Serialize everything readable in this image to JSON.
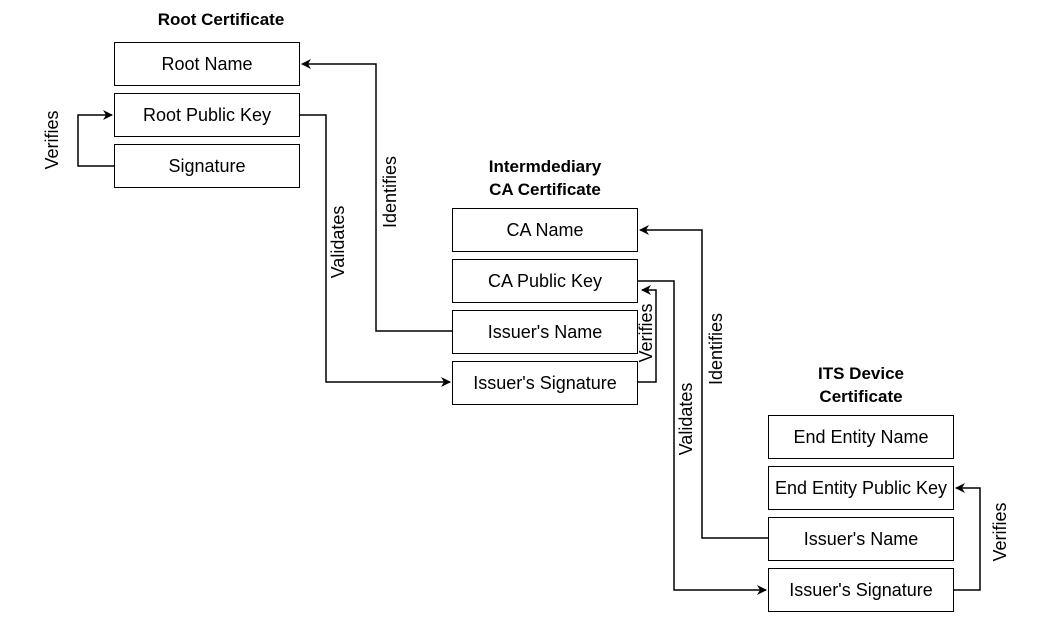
{
  "root": {
    "title": "Root Certificate",
    "name": "Root Name",
    "public_key": "Root Public Key",
    "signature": "Signature"
  },
  "intermediate": {
    "title_line1": "Intermdediary",
    "title_line2": "CA Certificate",
    "name": "CA Name",
    "public_key": "CA Public Key",
    "issuer_name": "Issuer's Name",
    "issuer_signature": "Issuer's Signature"
  },
  "device": {
    "title_line1": "ITS Device",
    "title_line2": "Certificate",
    "name": "End Entity Name",
    "public_key": "End Entity Public Key",
    "issuer_name": "Issuer's Name",
    "issuer_signature": "Issuer's Signature"
  },
  "edges": {
    "root_verifies": "Verifies",
    "root_validates": "Validates",
    "ca_identifies": "Identifies",
    "ca_verifies": "Verifies",
    "ca_validates": "Validates",
    "device_identifies": "Identifies",
    "device_verifies": "Verifies"
  }
}
